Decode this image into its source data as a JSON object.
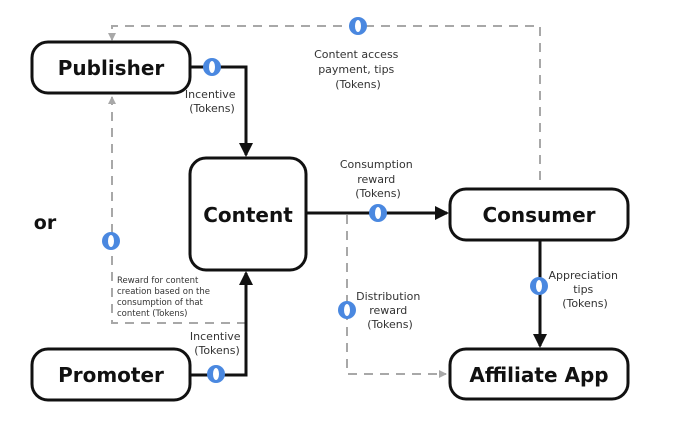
{
  "nodes": {
    "publisher": {
      "label": "Publisher"
    },
    "content": {
      "label": "Content"
    },
    "consumer": {
      "label": "Consumer"
    },
    "promoter": {
      "label": "Promoter"
    },
    "affiliate": {
      "label": "Affiliate App"
    }
  },
  "or_label": "or",
  "edges": {
    "publisher_incentive": {
      "lines": [
        "Incentive",
        "(Tokens)"
      ]
    },
    "content_access": {
      "lines": [
        "Content access",
        "payment, tips",
        "(Tokens)"
      ]
    },
    "consumption_reward": {
      "lines": [
        "Consumption",
        "reward",
        "(Tokens)"
      ]
    },
    "creation_reward": {
      "lines": [
        "Reward for content",
        "creation based on the",
        "consumption of that",
        "content (Tokens)"
      ]
    },
    "distribution_reward": {
      "lines": [
        "Distribution",
        "reward",
        "(Tokens)"
      ]
    },
    "appreciation_tips": {
      "lines": [
        "Appreciation",
        "tips",
        "(Tokens)"
      ]
    },
    "promoter_incentive": {
      "lines": [
        "Incentive",
        "(Tokens)"
      ]
    }
  },
  "colors": {
    "token": "#4a88e0",
    "solid_line": "#111111",
    "dashed_line": "#a8a8a8"
  }
}
